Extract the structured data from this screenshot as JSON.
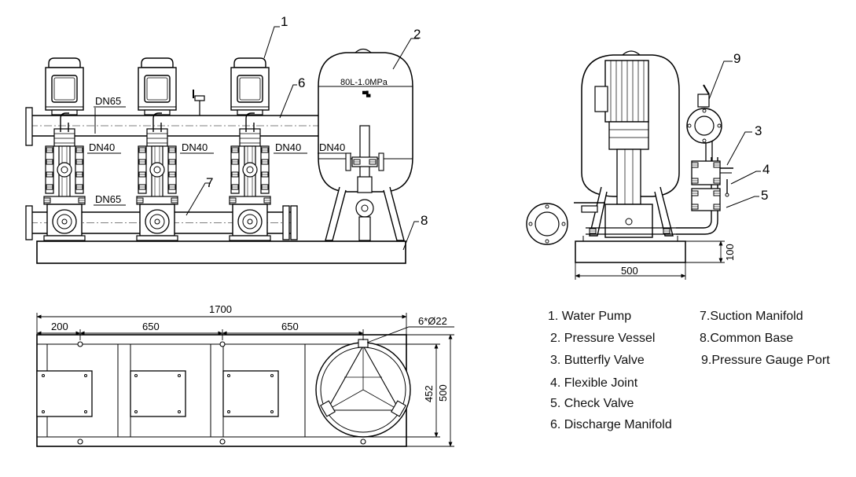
{
  "callouts": [
    "1",
    "2",
    "3",
    "4",
    "5",
    "6",
    "7",
    "8",
    "9"
  ],
  "pipe_labels": {
    "discharge_main": "DN65",
    "suction_main": "DN65",
    "pump_branch_1": "DN40",
    "pump_branch_2": "DN40",
    "pump_branch_3": "DN40",
    "vessel_branch": "DN40"
  },
  "vessel_label": "80L-1.0MPa",
  "dimensions": {
    "overall_length": "1700",
    "spacing_first": "200",
    "spacing_second": "650",
    "spacing_third": "650",
    "bolt_holes": "6*Ø22",
    "width_inner": "452",
    "width_outer": "500",
    "side_base_height": "100",
    "side_base_width": "500"
  },
  "legend_left": [
    "1. Water Pump",
    "2. Pressure Vessel",
    "3. Butterfly Valve",
    "4. Flexible Joint",
    "5. Check Valve",
    "6. Discharge Manifold"
  ],
  "legend_right": [
    "7.Suction Manifold",
    "8.Common Base",
    "9.Pressure Gauge Port"
  ],
  "colors": {
    "line": "#000000",
    "background": "#ffffff"
  }
}
